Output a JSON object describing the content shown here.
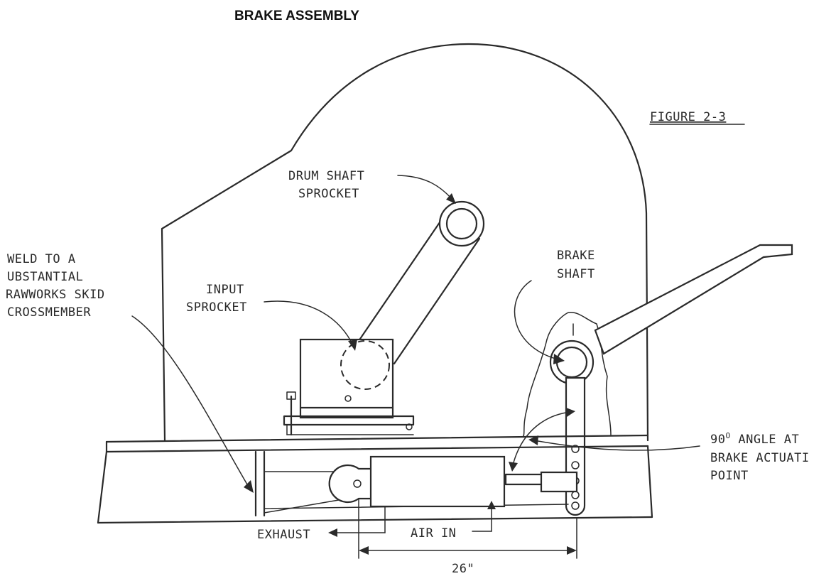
{
  "title": "BRAKE ASSEMBLY",
  "figure_label": "FIGURE 2-3",
  "labels": {
    "drum_shaft_1": "DRUM SHAFT",
    "drum_shaft_2": "SPROCKET",
    "weld_1": "WELD TO A",
    "weld_2": "UBSTANTIAL",
    "weld_3": "RAWWORKS SKID",
    "weld_4": "CROSSMEMBER",
    "input_1": "INPUT",
    "input_2": "SPROCKET",
    "brake_shaft_1": "BRAKE",
    "brake_shaft_2": "SHAFT",
    "angle_1_num": "90",
    "angle_1_sup": "O",
    "angle_1_rest": " ANGLE AT",
    "angle_2": "BRAKE ACTUATI",
    "angle_3": "POINT",
    "exhaust": "EXHAUST",
    "air_in": "AIR IN",
    "dimension": "26\""
  }
}
